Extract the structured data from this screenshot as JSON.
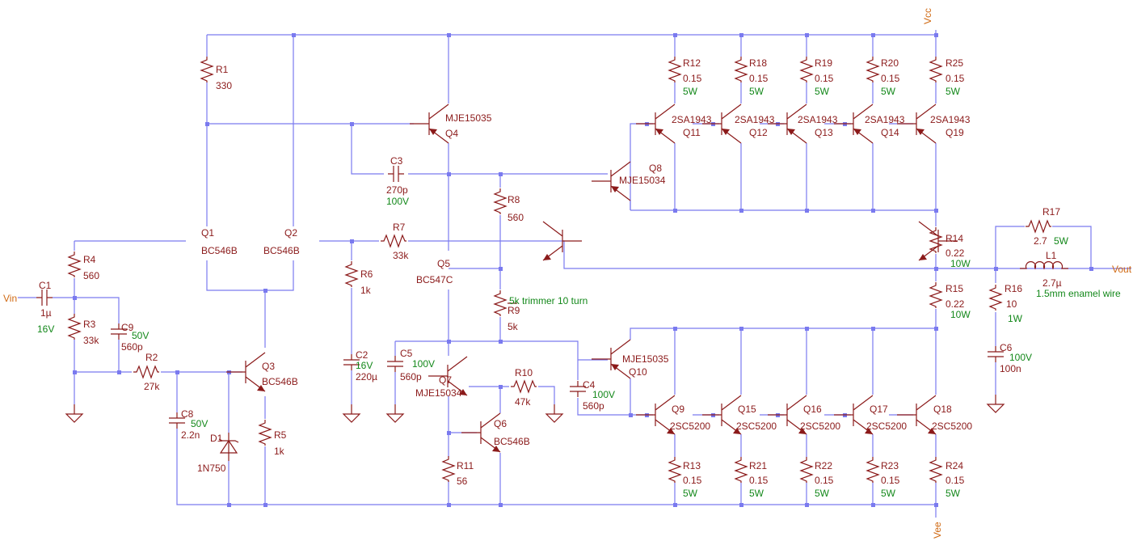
{
  "ports": {
    "vcc": "Vcc",
    "vee": "Vee",
    "vin": "Vin",
    "vout": "Vout"
  },
  "r1": {
    "ref": "R1",
    "v": "330"
  },
  "r4": {
    "ref": "R4",
    "v": "560"
  },
  "r3": {
    "ref": "R3",
    "v": "33k"
  },
  "r2": {
    "ref": "R2",
    "v": "27k"
  },
  "r5": {
    "ref": "R5",
    "v": "1k"
  },
  "r6": {
    "ref": "R6",
    "v": "1k"
  },
  "r7": {
    "ref": "R7",
    "v": "33k"
  },
  "r8": {
    "ref": "R8",
    "v": "560"
  },
  "r9": {
    "ref": "R9",
    "v": "5k",
    "note": "5k trimmer 10 turn"
  },
  "r10": {
    "ref": "R10",
    "v": "47k"
  },
  "r11": {
    "ref": "R11",
    "v": "56"
  },
  "r14": {
    "ref": "R14",
    "v": "0.22",
    "p": "10W"
  },
  "r15": {
    "ref": "R15",
    "v": "0.22",
    "p": "10W"
  },
  "r16": {
    "ref": "R16",
    "v": "10",
    "p": "1W"
  },
  "r17": {
    "ref": "R17",
    "v": "2.7",
    "p": "5W"
  },
  "top_emitter_r": [
    {
      "ref": "R12",
      "v": "0.15",
      "p": "5W"
    },
    {
      "ref": "R18",
      "v": "0.15",
      "p": "5W"
    },
    {
      "ref": "R19",
      "v": "0.15",
      "p": "5W"
    },
    {
      "ref": "R20",
      "v": "0.15",
      "p": "5W"
    },
    {
      "ref": "R25",
      "v": "0.15",
      "p": "5W"
    }
  ],
  "bot_emitter_r": [
    {
      "ref": "R13",
      "v": "0.15",
      "p": "5W"
    },
    {
      "ref": "R21",
      "v": "0.15",
      "p": "5W"
    },
    {
      "ref": "R22",
      "v": "0.15",
      "p": "5W"
    },
    {
      "ref": "R23",
      "v": "0.15",
      "p": "5W"
    },
    {
      "ref": "R24",
      "v": "0.15",
      "p": "5W"
    }
  ],
  "top_out": [
    {
      "ref": "Q11",
      "part": "2SA1943"
    },
    {
      "ref": "Q12",
      "part": "2SA1943"
    },
    {
      "ref": "Q13",
      "part": "2SA1943"
    },
    {
      "ref": "Q14",
      "part": "2SA1943"
    },
    {
      "ref": "Q19",
      "part": "2SA1943"
    }
  ],
  "bot_out": [
    {
      "ref": "Q9",
      "part": "2SC5200"
    },
    {
      "ref": "Q15",
      "part": "2SC5200"
    },
    {
      "ref": "Q16",
      "part": "2SC5200"
    },
    {
      "ref": "Q17",
      "part": "2SC5200"
    },
    {
      "ref": "Q18",
      "part": "2SC5200"
    }
  ],
  "c1": {
    "ref": "C1",
    "v": "1µ",
    "r": "16V"
  },
  "c2": {
    "ref": "C2",
    "r": "16V",
    "v": "220µ"
  },
  "c3": {
    "ref": "C3",
    "v": "270p",
    "r": "100V"
  },
  "c4": {
    "ref": "C4",
    "r": "100V",
    "v": "560p"
  },
  "c5": {
    "ref": "C5",
    "r": "100V",
    "v": "560p"
  },
  "c6": {
    "ref": "C6",
    "r": "100V",
    "v": "100n"
  },
  "c8": {
    "ref": "C8",
    "r": "50V",
    "v": "2.2n"
  },
  "c9": {
    "ref": "C9",
    "r": "50V",
    "v": "560p"
  },
  "l1": {
    "ref": "L1",
    "v": "2.7µ",
    "note": "1.5mm enamel wire"
  },
  "d1": {
    "ref": "D1",
    "part": "1N750"
  },
  "q1": {
    "ref": "Q1",
    "part": "BC546B"
  },
  "q2": {
    "ref": "Q2",
    "part": "BC546B"
  },
  "q3": {
    "ref": "Q3",
    "part": "BC546B"
  },
  "q4": {
    "ref": "Q4",
    "part": "MJE15035"
  },
  "q5": {
    "ref": "Q5",
    "part": "BC547C"
  },
  "q6": {
    "ref": "Q6",
    "part": "BC546B"
  },
  "q7": {
    "ref": "Q7",
    "part": "MJE15034"
  },
  "q8": {
    "ref": "Q8",
    "part": "MJE15034"
  },
  "q10": {
    "ref": "Q10",
    "part": "MJE15035"
  }
}
